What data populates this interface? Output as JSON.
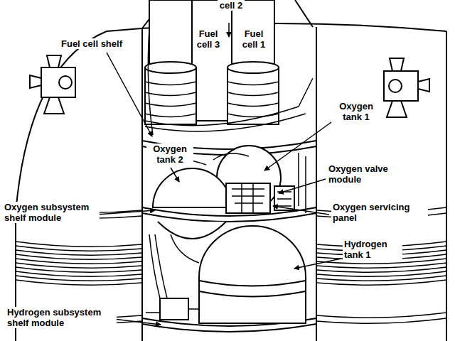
{
  "diagram": {
    "labels": [
      "cell 2",
      "Fuel cell 3",
      "Fuel cell 1",
      "Fuel cell shelf",
      "Oxygen tank 2",
      "Oxygen tank 1",
      "Oxygen valve module",
      "Oxygen subsystem shelf module",
      "Oxygen servicing panel",
      "Hydrogen tank 1",
      "Hydrogen subsystem shelf module"
    ]
  }
}
